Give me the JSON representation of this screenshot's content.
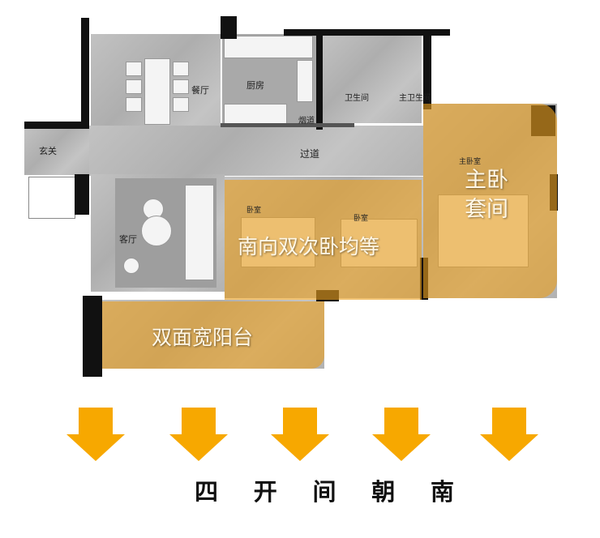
{
  "rooms": {
    "dining": "餐厅",
    "kitchen": "厨房",
    "flue": "烟道",
    "bathroom": "卫生间",
    "master_bathroom": "主卫生间",
    "entrance": "玄关",
    "corridor": "过道",
    "living_room": "客厅",
    "bedroom_1": "卧室",
    "bedroom_2": "卧室",
    "master_bedroom": "主卧室"
  },
  "highlights": {
    "master_suite_line1": "主卧",
    "master_suite_line2": "套间",
    "secondary_bedrooms": "南向双次卧均等",
    "balcony": "双面宽阳台"
  },
  "colors": {
    "highlight": "#E89E1E",
    "arrow": "#F7A800",
    "wall": "#111111",
    "floor": "#B9B9B9"
  },
  "arrows": {
    "count": 5,
    "direction": "down",
    "icon": "arrow-down-icon"
  },
  "caption": [
    "四",
    "开",
    "间",
    "朝",
    "南"
  ]
}
